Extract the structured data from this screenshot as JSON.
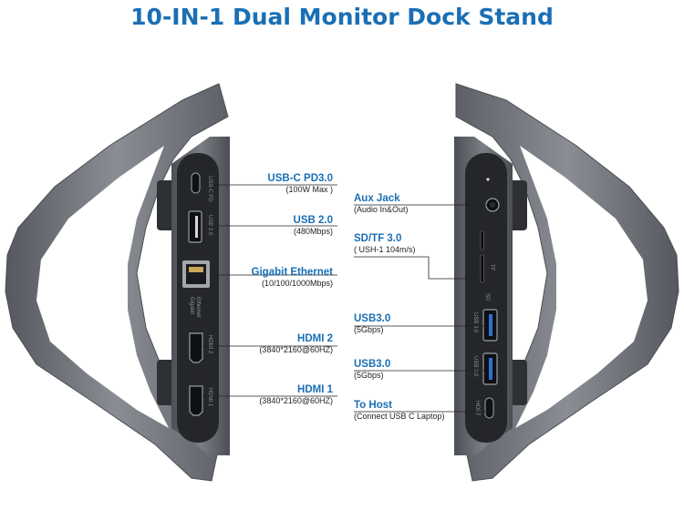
{
  "title": "10-IN-1 Dual Monitor Dock Stand",
  "left_ports": [
    {
      "name": "USB-C PD3.0",
      "spec": "(100W Max )"
    },
    {
      "name": "USB 2.0",
      "spec": "(480Mbps)"
    },
    {
      "name": "Gigabit Ethernet",
      "spec": "(10/100/1000Mbps)"
    },
    {
      "name": "HDMI 2",
      "spec": "(3840*2160@60HZ)"
    },
    {
      "name": "HDMI 1",
      "spec": "(3840*2160@60HZ)"
    }
  ],
  "right_ports": [
    {
      "name": "Aux Jack",
      "spec": "(Audio In&Out)"
    },
    {
      "name": "SD/TF 3.0",
      "spec": "( USH-1 104m/s)"
    },
    {
      "name": "USB3.0",
      "spec": "(5Gbps)"
    },
    {
      "name": "USB3.0",
      "spec": "(5Gbps)"
    },
    {
      "name": "To Host",
      "spec": "(Connect USB C Laptop)"
    }
  ],
  "panel_text": {
    "usbc_pd": "USB-C PD",
    "usb2": "USB 2.0",
    "ethernet_line1": "Gigabit",
    "ethernet_line2": "Ethernet",
    "hdmi2": "HDMI 2",
    "hdmi1": "HDMI 1",
    "sd": "SD",
    "tf": "TF",
    "usb3_a": "USB 3.0",
    "usb3_b": "USB 3.0",
    "host": "HOST"
  },
  "colors": {
    "title": "#1a6fb5",
    "stand": "#6f7379",
    "stand_dark": "#3b3e43",
    "panel": "#24262a",
    "usb3_blue": "#2f6fd6",
    "leader": "#222222"
  }
}
